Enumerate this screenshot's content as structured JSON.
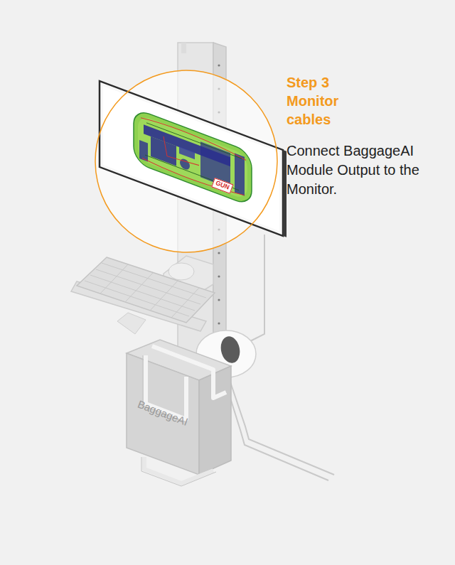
{
  "diagram": {
    "title": "Step 3 Monitor cables",
    "nodes": [
      {
        "text": [
          "GUN"
        ]
      },
      {
        "text": [
          "BaggageAI"
        ]
      }
    ],
    "labels": [
      "Connect BaggageAI Module Output to the Monitor."
    ]
  }
}
